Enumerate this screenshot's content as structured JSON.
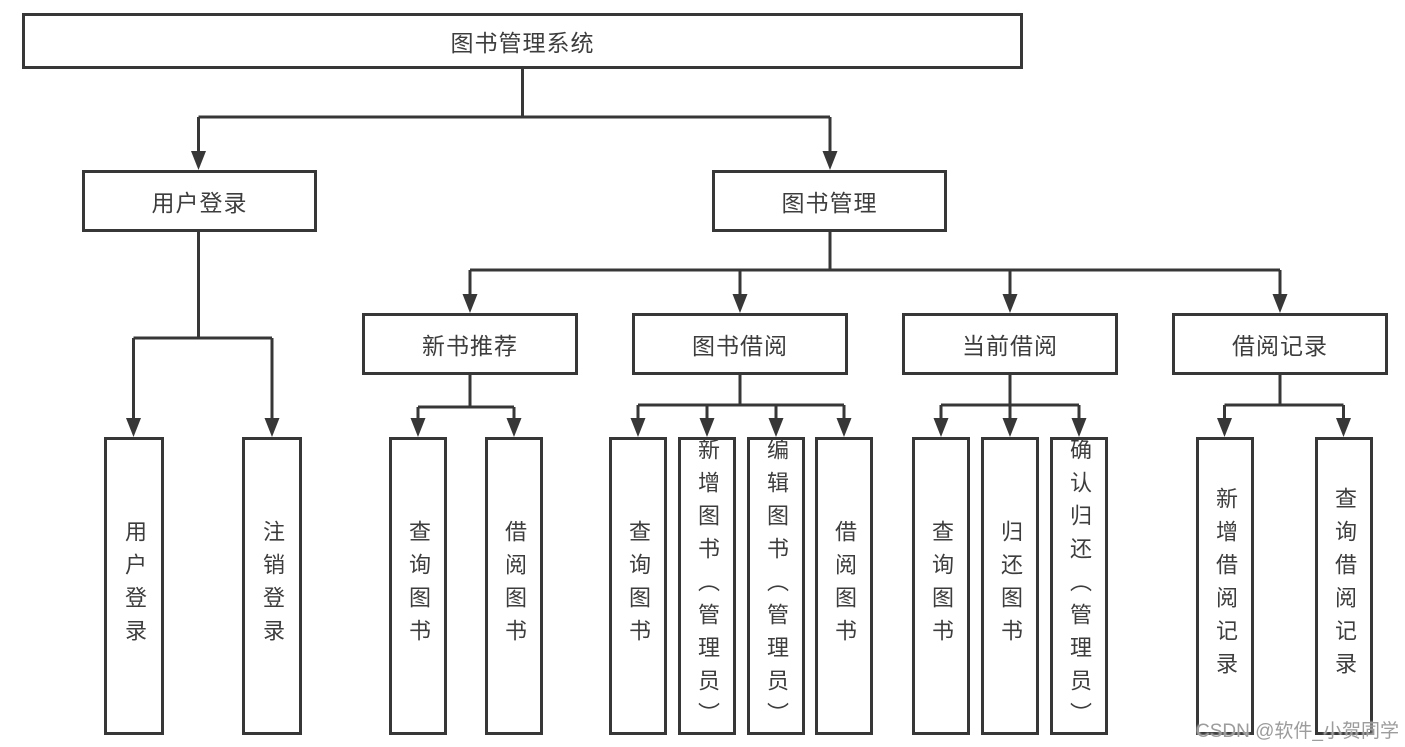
{
  "diagram": {
    "root": {
      "label": "图书管理系统"
    },
    "branches": [
      {
        "label": "用户登录",
        "children": [
          {
            "label": "用户登录"
          },
          {
            "label": "注销登录"
          }
        ]
      },
      {
        "label": "图书管理",
        "children": [
          {
            "label": "新书推荐",
            "children": [
              {
                "label": "查询图书"
              },
              {
                "label": "借阅图书"
              }
            ]
          },
          {
            "label": "图书借阅",
            "children": [
              {
                "label": "查询图书"
              },
              {
                "label": "新增图书（管理员）"
              },
              {
                "label": "编辑图书（管理员）"
              },
              {
                "label": "借阅图书"
              }
            ]
          },
          {
            "label": "当前借阅",
            "children": [
              {
                "label": "查询图书"
              },
              {
                "label": "归还图书"
              },
              {
                "label": "确认归还（管理员）"
              }
            ]
          },
          {
            "label": "借阅记录",
            "children": [
              {
                "label": "新增借阅记录"
              },
              {
                "label": "查询借阅记录"
              }
            ]
          }
        ]
      }
    ],
    "colors": {
      "line": "#373737",
      "box_border": "#373737",
      "text": "#3d3d3d",
      "background": "#ffffff",
      "watermark": "#9c9c9c"
    },
    "watermark": "CSDN @软件_小贺同学"
  }
}
